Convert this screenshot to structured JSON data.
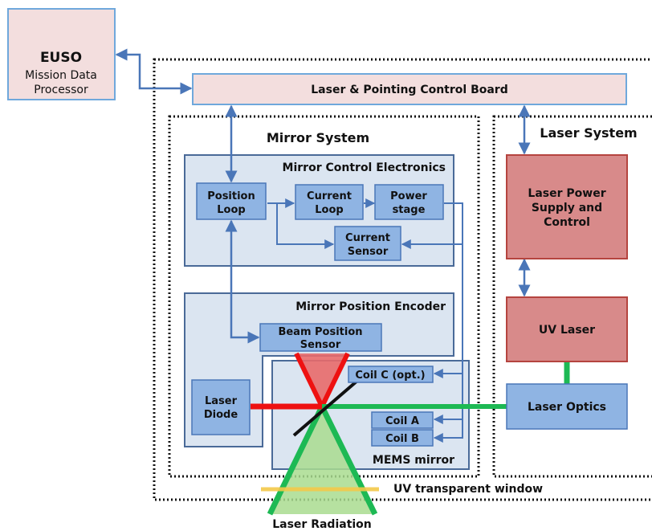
{
  "colors": {
    "block_fill": "#f3dede",
    "block_border": "#6fa8dc",
    "panel_fill": "#dbe5f1",
    "panel_border": "#4a6a98",
    "unit_fill": "#8fb4e3",
    "unit_border": "#4a76b8",
    "laser_fill": "#d88a8a",
    "laser_border": "#b5443f",
    "connector": "#4a76b8",
    "green_beam": "#1db954",
    "red_beam": "#ee1111",
    "window": "#f3c94a"
  },
  "euso": {
    "title": "EUSO",
    "line1": "Mission Data",
    "line2": "Processor"
  },
  "control_board": {
    "label": "Laser & Pointing Control Board"
  },
  "mirror_system": {
    "title": "Mirror System",
    "electronics": {
      "title": "Mirror Control Electronics",
      "position_loop": [
        "Position",
        "Loop"
      ],
      "current_loop": [
        "Current",
        "Loop"
      ],
      "power_stage": [
        "Power",
        "stage"
      ],
      "current_sensor": [
        "Current",
        "Sensor"
      ]
    },
    "encoder": {
      "title": "Mirror Position Encoder",
      "beam_position_sensor": [
        "Beam Position",
        "Sensor"
      ],
      "laser_diode": [
        "Laser",
        "Diode"
      ]
    },
    "mems": {
      "label": "MEMS mirror",
      "coil_c": "Coil C (opt.)",
      "coil_a": "Coil A",
      "coil_b": "Coil B"
    }
  },
  "laser_system": {
    "title": "Laser System",
    "power_supply": [
      "Laser Power",
      "Supply and",
      "Control"
    ],
    "uv_laser": "UV Laser",
    "laser_optics": "Laser Optics"
  },
  "window_label": "UV transparent window",
  "radiation_label": "Laser Radiation"
}
